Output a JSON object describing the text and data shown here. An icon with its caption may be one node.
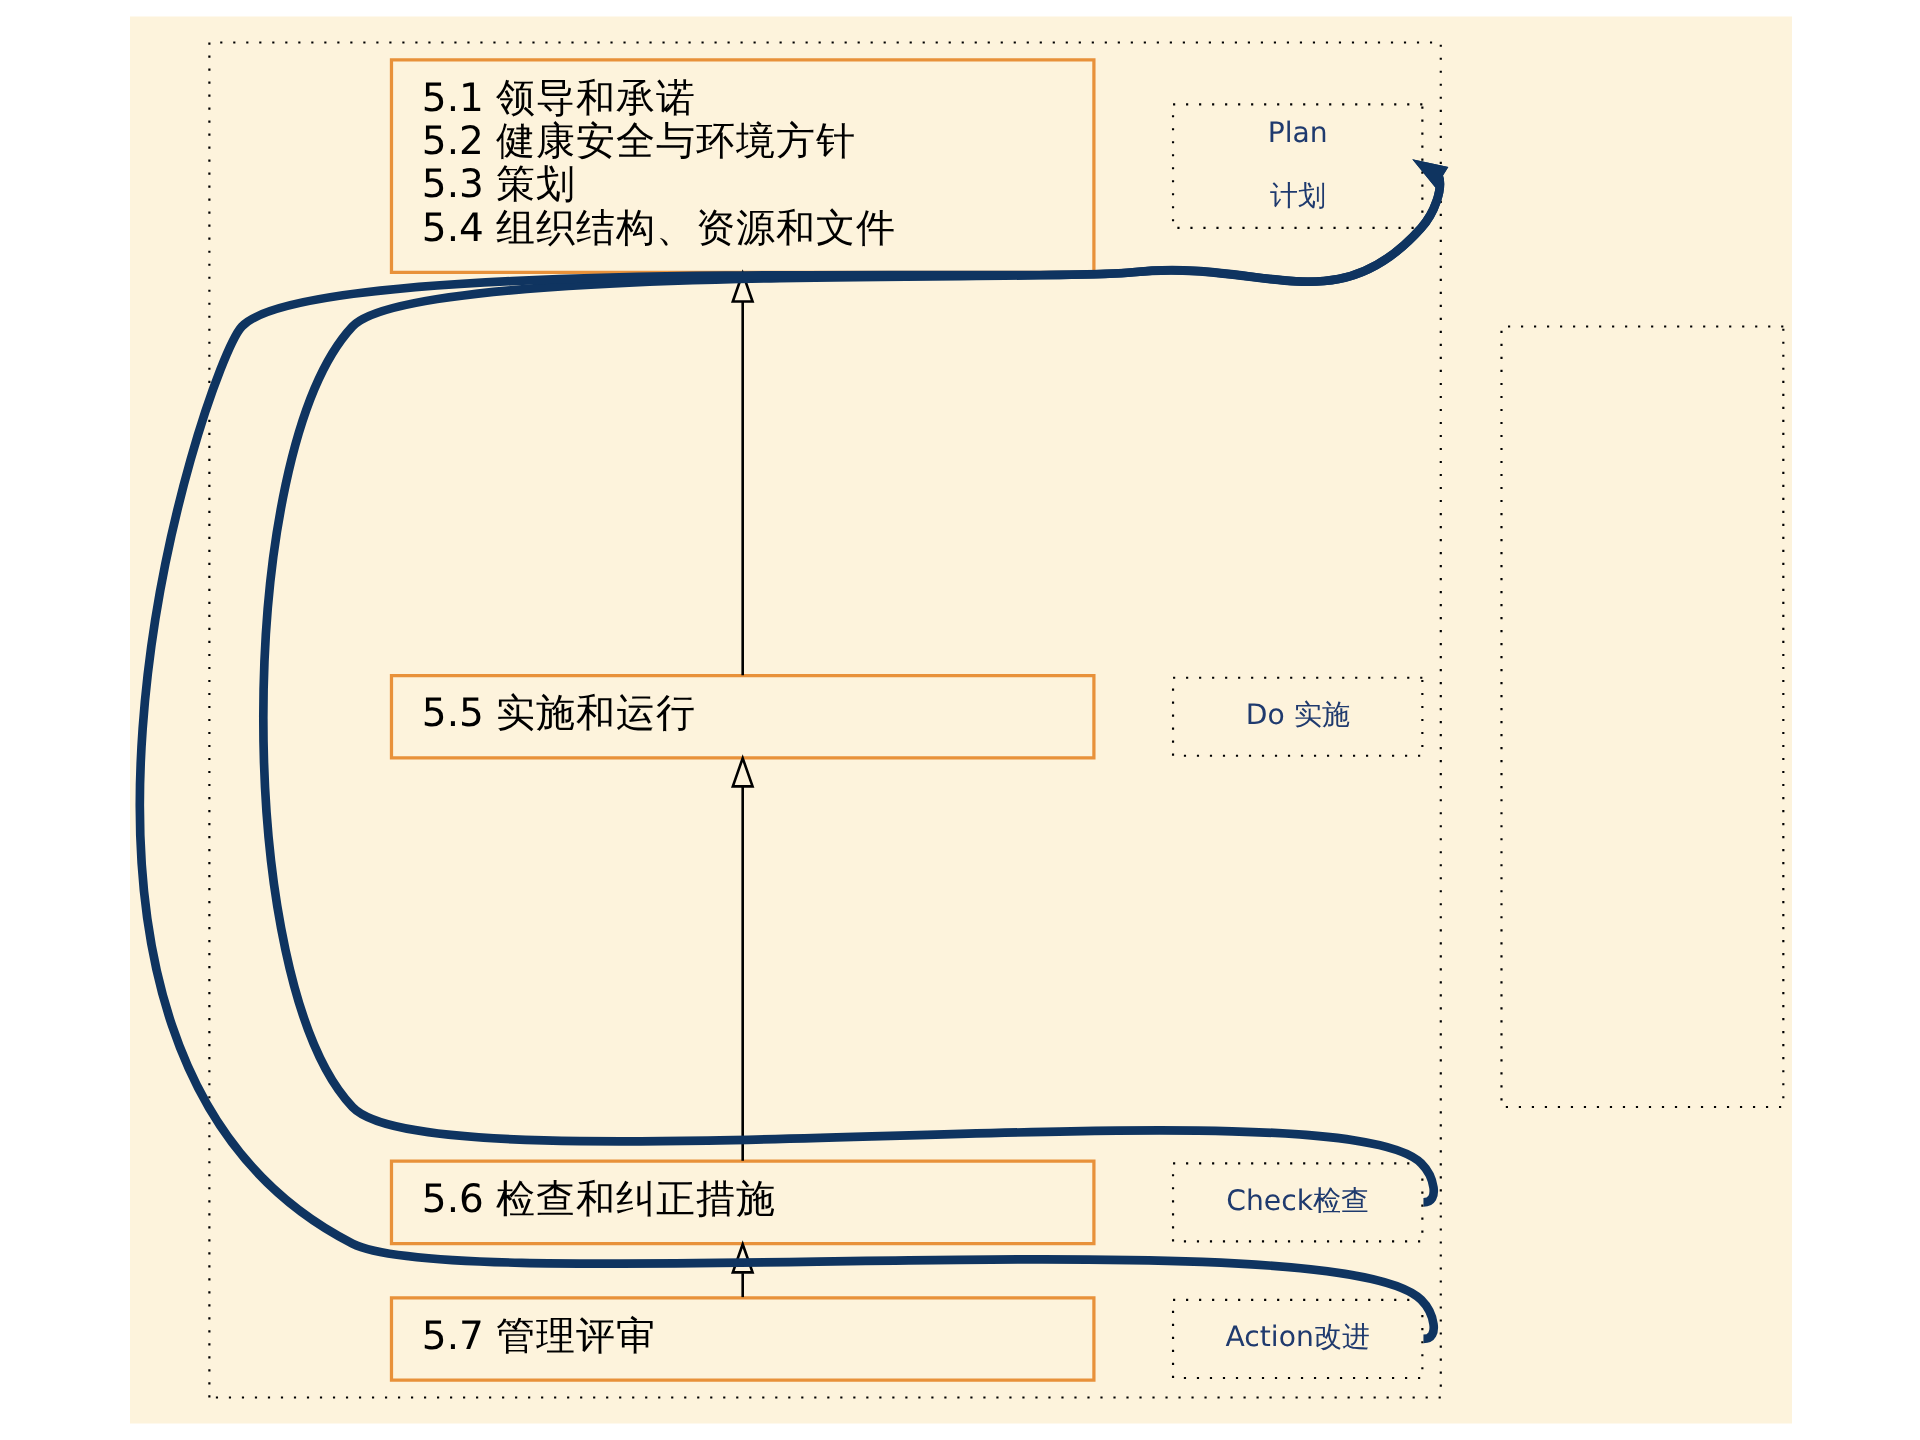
{
  "diagram": {
    "nodes": [
      {
        "text": [],
        "shape": "box"
      },
      {
        "text": [
          "5.1 领导和承诺",
          "5.2 健康安全与环境方针",
          "5.3 策划",
          "5.4 组织结构、资源和文件"
        ],
        "in": 0
      },
      {
        "text": [
          "5.5 实施和运行"
        ],
        "in": 0
      },
      {
        "text": [
          "5.6 检查和纠正措施"
        ],
        "in": 0
      },
      {
        "text": [
          "5.7 管理评审"
        ],
        "in": 0
      },
      {
        "text": [
          "Plan",
          "计划"
        ],
        "in": 0
      },
      {
        "text": [
          "Do 实施"
        ],
        "in": 0
      },
      {
        "text": [
          "Check检查"
        ],
        "in": 0
      },
      {
        "text": [
          "Action改进"
        ],
        "in": 0
      },
      {
        "text": [],
        "shape": "box"
      }
    ],
    "edges": [
      {
        "from": 4,
        "to": 3,
        "arrow": "to"
      },
      {
        "from": 3,
        "to": 2,
        "arrow": "to"
      },
      {
        "from": 2,
        "to": 1,
        "arrow": "to"
      },
      {
        "from": 7,
        "to": 5,
        "arrow": "to",
        "style": "thick",
        "color": "#0f3460"
      },
      {
        "from": 8,
        "to": 5,
        "arrow": "to",
        "style": "thick",
        "color": "#0f3460"
      }
    ]
  }
}
